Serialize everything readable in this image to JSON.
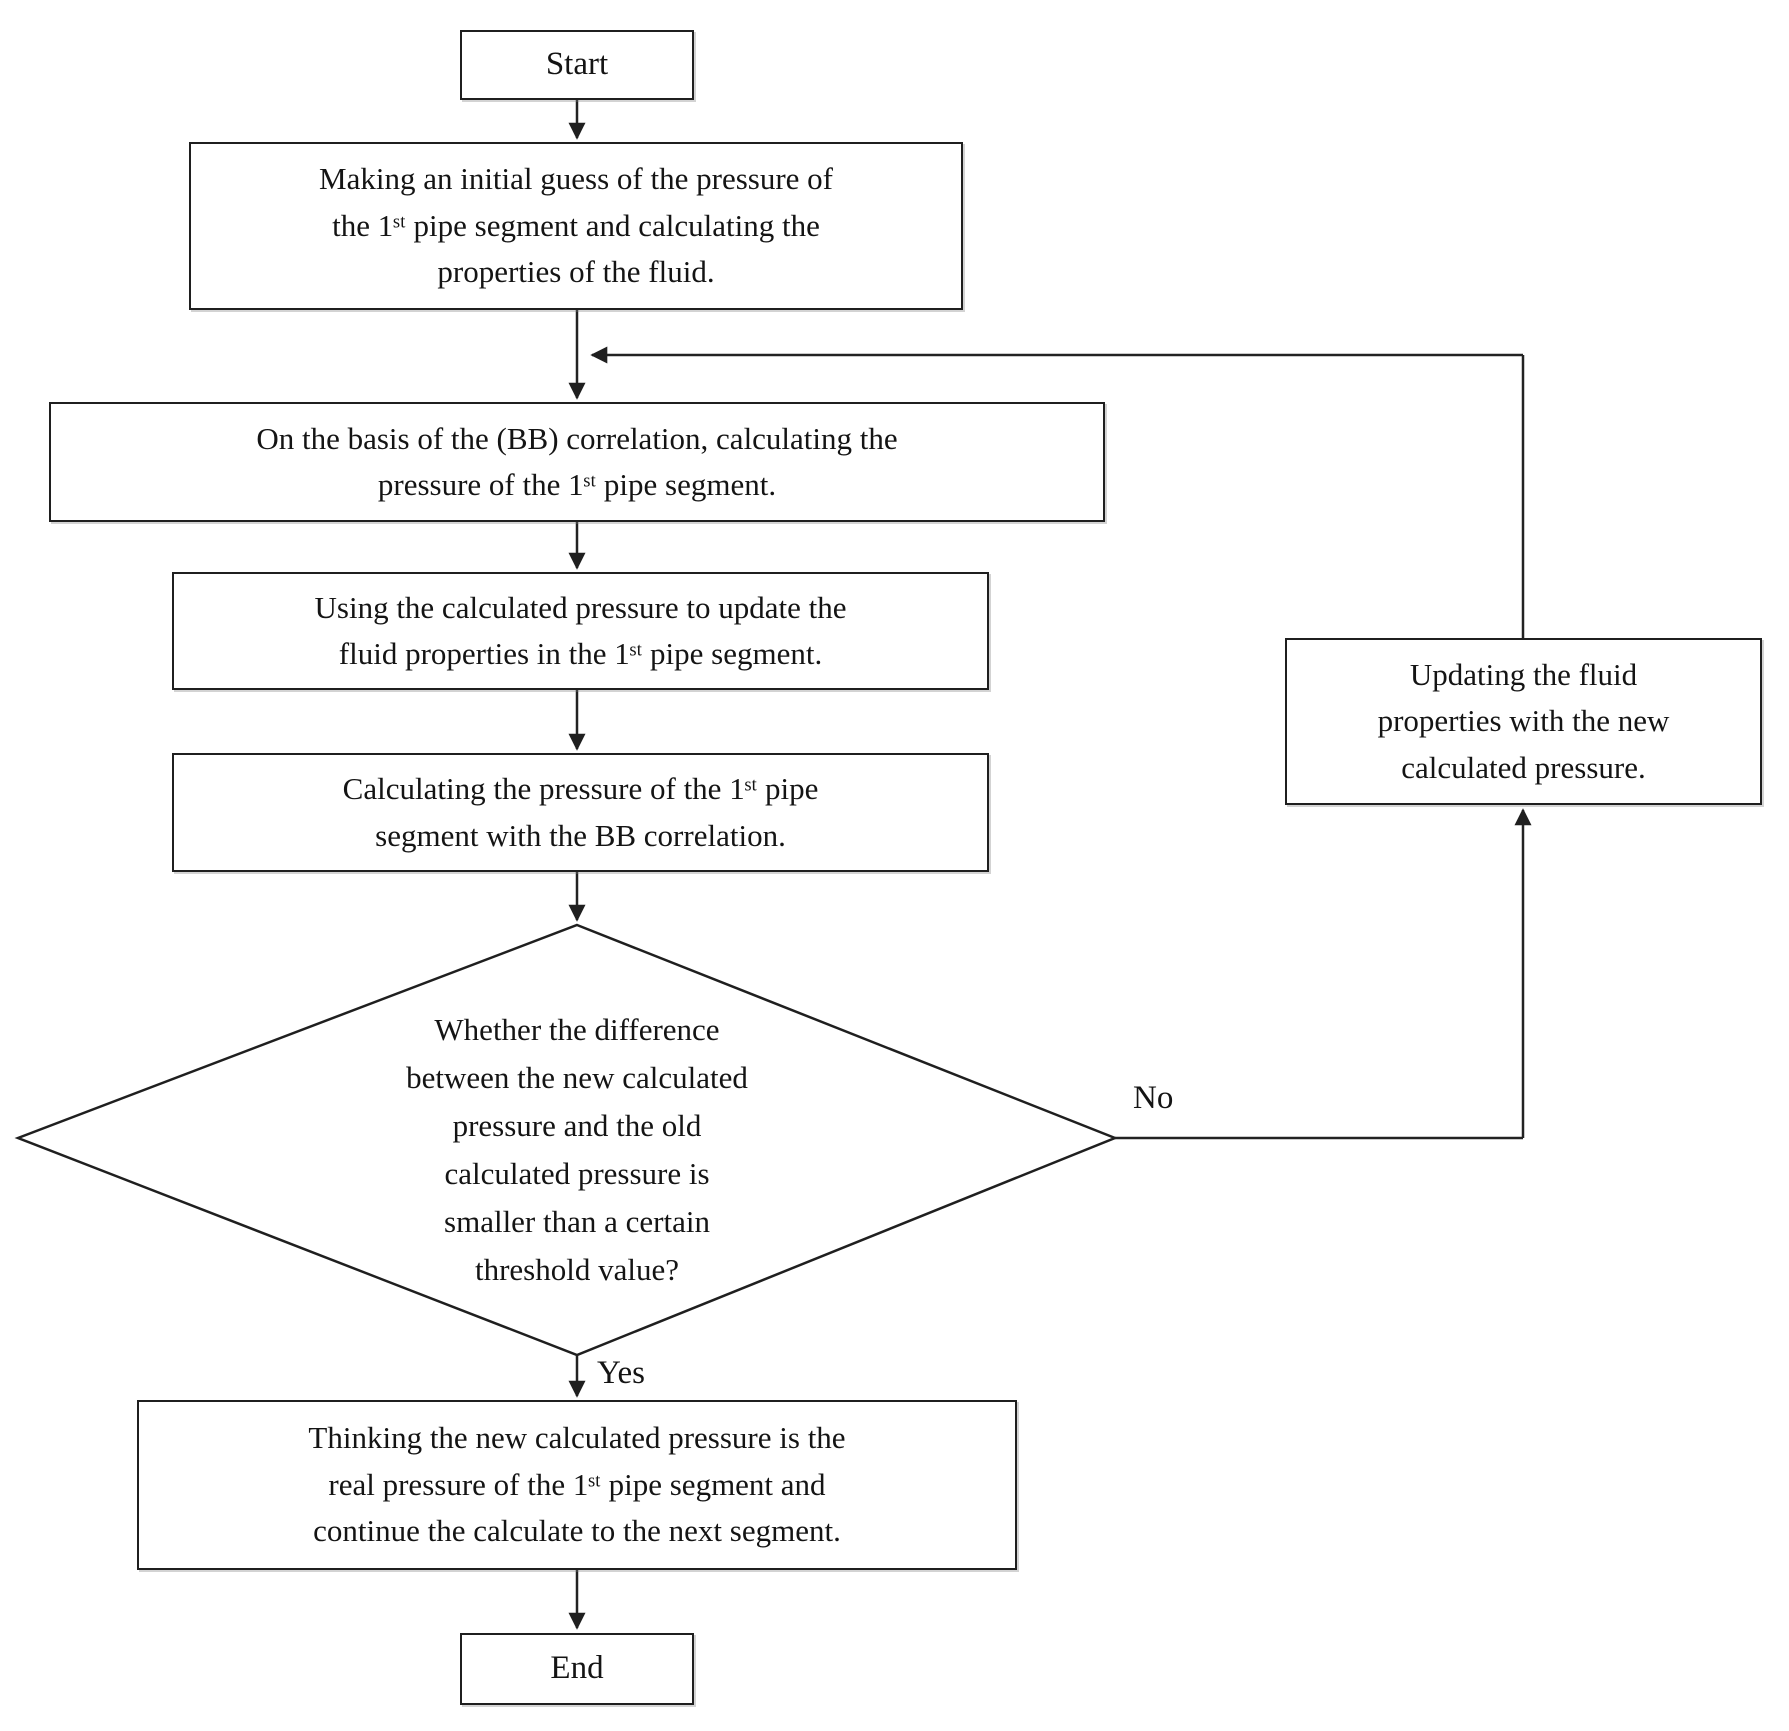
{
  "diagram": {
    "type": "flowchart",
    "background": "#ffffff",
    "line_color": "#222222",
    "text_color": "#141414",
    "nodes": {
      "start": "Start",
      "initial_guess": "Making an initial guess of the pressure of\nthe 1ˢᵗ pipe segment and calculating the\nproperties of the fluid.",
      "bb_first_calc": "On the basis of the (BB) correlation, calculating the\npressure of the 1ˢᵗ pipe segment.",
      "update_fluid_props": "Using the calculated pressure to update the\nfluid properties in the 1ˢᵗ pipe segment.",
      "recalc_pressure": "Calculating the pressure of the 1ˢᵗ pipe\nsegment with the BB correlation.",
      "decision": "Whether the difference\nbetween the new calculated\npressure and the old\ncalculated pressure is\nsmaller than a certain\nthreshold value?",
      "accept_pressure": "Thinking the new calculated pressure is the\nreal pressure of the 1ˢᵗ pipe segment and\ncontinue the calculate to the next segment.",
      "end": "End",
      "update_loop": "Updating the fluid\nproperties with the new\ncalculated pressure."
    },
    "edge_labels": {
      "yes": "Yes",
      "no": "No"
    }
  }
}
